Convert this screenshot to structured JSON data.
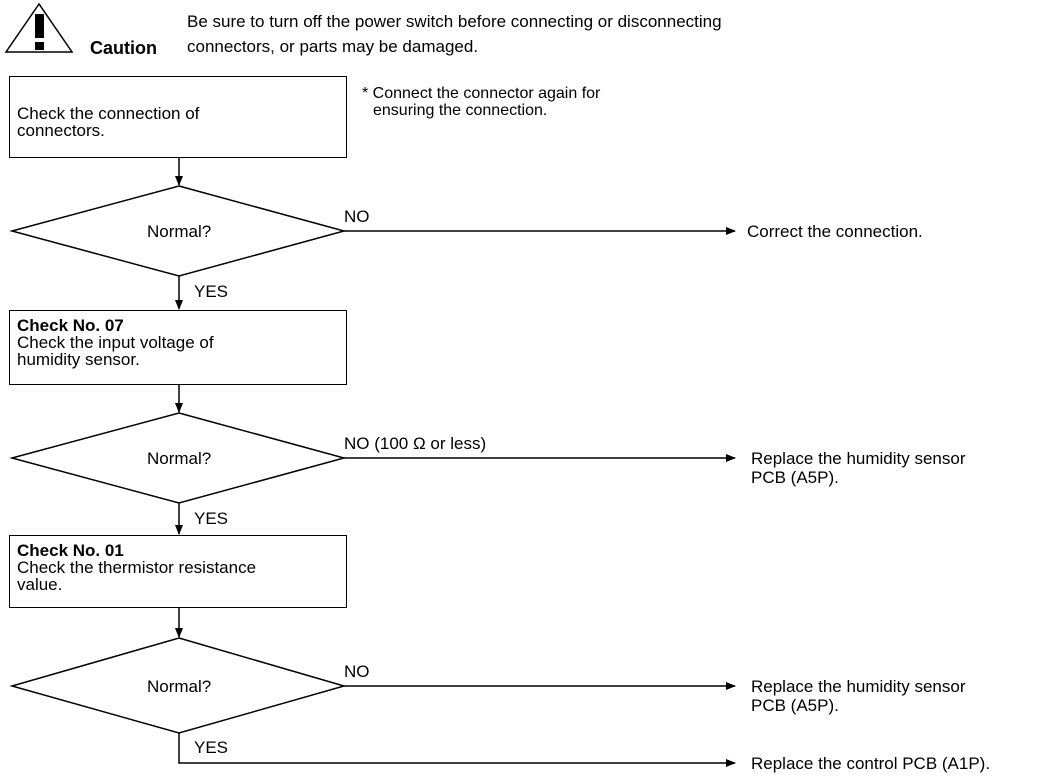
{
  "caution": {
    "label": "Caution",
    "message_line1": "Be sure to turn off the power switch before connecting or disconnecting",
    "message_line2": "connectors, or parts may be damaged."
  },
  "note": {
    "line1": "* Connect the connector again for",
    "line2": "ensuring the connection."
  },
  "steps": [
    {
      "line1": "Check the connection of",
      "line2": "connectors."
    },
    {
      "title": "Check No. 07",
      "line1": "Check the input voltage of",
      "line2": "humidity sensor."
    },
    {
      "title": "Check No. 01",
      "line1": "Check the thermistor resistance",
      "line2": "value."
    }
  ],
  "decisions": [
    {
      "label": "Normal?",
      "no_label": "NO",
      "yes_label": "YES",
      "no_result_line1": "Correct the connection.",
      "no_result_line2": ""
    },
    {
      "label": "Normal?",
      "no_label": "NO (100 Ω or less)",
      "yes_label": "YES",
      "no_result_line1": "Replace the humidity sensor",
      "no_result_line2": "PCB (A5P)."
    },
    {
      "label": "Normal?",
      "no_label": "NO",
      "yes_label": "YES",
      "no_result_line1": "Replace the humidity sensor",
      "no_result_line2": "PCB (A5P)."
    }
  ],
  "final_result": "Replace the control PCB (A1P)."
}
